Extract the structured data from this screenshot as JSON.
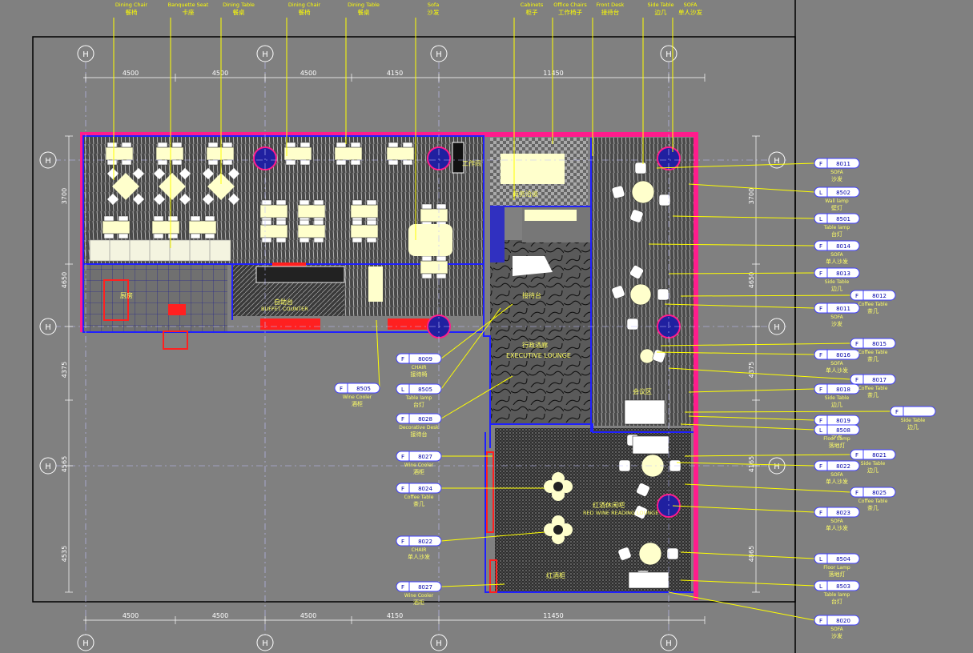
{
  "colors": {
    "background": "#808080",
    "frame": "#000000",
    "wall": "#ff1c8c",
    "outline": "#2020ff",
    "leader": "#ffff00",
    "furniture": "#ffffcc",
    "dim": "#ffffff",
    "tag_fill": "#ffffff",
    "tag_stroke": "#4040ff",
    "label_text": "#ffff66",
    "red": "#ff2020"
  },
  "grid_bubble_label": "H",
  "dimensions": {
    "top": [
      "4500",
      "4500",
      "4500",
      "4150",
      "11450"
    ],
    "bottom": [
      "4500",
      "4500",
      "4500",
      "4150",
      "11450"
    ],
    "left": [
      "3700",
      "4650",
      "4375",
      "4565",
      "4535"
    ],
    "right": [
      "3700",
      "4650",
      "4375",
      "4165",
      "4865"
    ]
  },
  "top_labels": [
    {
      "en": "Dining Chair",
      "cn": "餐椅"
    },
    {
      "en": "Banquette Seat",
      "cn": "卡座"
    },
    {
      "en": "Dining Table",
      "cn": "餐桌"
    },
    {
      "en": "Dining Chair",
      "cn": "餐椅"
    },
    {
      "en": "Dining Table",
      "cn": "餐桌"
    },
    {
      "en": "Sofa",
      "cn": "沙发"
    },
    {
      "en": "Cabinets",
      "cn": "柜子"
    },
    {
      "en": "Office Chairs",
      "cn": "工作椅子"
    },
    {
      "en": "Front Desk",
      "cn": "接待台"
    },
    {
      "en": "Side Table",
      "cn": "边几"
    },
    {
      "en": "SOFA",
      "cn": "单人沙发"
    }
  ],
  "room_labels": [
    {
      "text": "EXECUTIVE LOUNGE"
    },
    {
      "text": "行政酒廊"
    },
    {
      "text": "RED WINE READING LOUNGE"
    },
    {
      "text": "红酒休闲吧"
    },
    {
      "text": "BUFFET COUNTER"
    },
    {
      "text": "自助台"
    },
    {
      "text": "厨房"
    },
    {
      "text": "工作间"
    },
    {
      "text": "商务洽谈"
    },
    {
      "text": "接待台"
    },
    {
      "text": "会议区"
    },
    {
      "text": "红酒柜"
    }
  ],
  "right_tags": [
    {
      "type": "F",
      "code": "8011",
      "en": "SOFA",
      "cn": "沙发"
    },
    {
      "type": "L",
      "code": "8502",
      "en": "Wall lamp",
      "cn": "壁灯"
    },
    {
      "type": "L",
      "code": "8501",
      "en": "Table lamp",
      "cn": "台灯"
    },
    {
      "type": "F",
      "code": "8014",
      "en": "SOFA",
      "cn": "单人沙发"
    },
    {
      "type": "F",
      "code": "8013",
      "en": "Side Table",
      "cn": "边几"
    },
    {
      "type": "F",
      "code": "8011",
      "en": "SOFA",
      "cn": "沙发"
    },
    {
      "type": "F",
      "code": "8016",
      "en": "SOFA",
      "cn": "单人沙发"
    },
    {
      "type": "F",
      "code": "8018",
      "en": "Side Table",
      "cn": "边几"
    },
    {
      "type": "F",
      "code": "8019",
      "en": "SOFA",
      "cn": "沙发"
    },
    {
      "type": "L",
      "code": "8508",
      "en": "Floor Lamp",
      "cn": "落地灯"
    },
    {
      "type": "F",
      "code": "8022",
      "en": "SOFA",
      "cn": "单人沙发"
    },
    {
      "type": "F",
      "code": "8023",
      "en": "SOFA",
      "cn": "单人沙发"
    },
    {
      "type": "L",
      "code": "8504",
      "en": "Floor Lamp",
      "cn": "落地灯"
    },
    {
      "type": "L",
      "code": "8503",
      "en": "Table lamp",
      "cn": "台灯"
    },
    {
      "type": "F",
      "code": "8020",
      "en": "SOFA",
      "cn": "沙发"
    }
  ],
  "right_tags_2": [
    {
      "type": "F",
      "code": "8012",
      "en": "Coffee Table",
      "cn": "茶几"
    },
    {
      "type": "F",
      "code": "8015",
      "en": "Coffee Table",
      "cn": "茶几"
    },
    {
      "type": "F",
      "code": "8017",
      "en": "Coffee Table",
      "cn": "茶几"
    },
    {
      "type": "F",
      "code": "",
      "en": "Side Table",
      "cn": "边几"
    },
    {
      "type": "F",
      "code": "8021",
      "en": "Side Table",
      "cn": "边几"
    },
    {
      "type": "F",
      "code": "8025",
      "en": "Coffee Table",
      "cn": "茶几"
    }
  ],
  "left_tags": [
    {
      "type": "F",
      "code": "8505",
      "en": "Wine Cooler",
      "cn": "酒柜"
    },
    {
      "type": "F",
      "code": "8009",
      "en": "CHAIR",
      "cn": "接待椅"
    },
    {
      "type": "L",
      "code": "8505",
      "en": "Table lamp",
      "cn": "台灯"
    },
    {
      "type": "F",
      "code": "8028",
      "en": "Decorative Desk",
      "cn": "接待台"
    },
    {
      "type": "F",
      "code": "8027",
      "en": "Wine Cooler",
      "cn": "酒柜"
    },
    {
      "type": "F",
      "code": "8024",
      "en": "Coffee Table",
      "cn": "茶几"
    },
    {
      "type": "F",
      "code": "8022",
      "en": "CHAIR",
      "cn": "单人沙发"
    },
    {
      "type": "F",
      "code": "8027",
      "en": "Wine Cooler",
      "cn": "酒柜"
    }
  ]
}
